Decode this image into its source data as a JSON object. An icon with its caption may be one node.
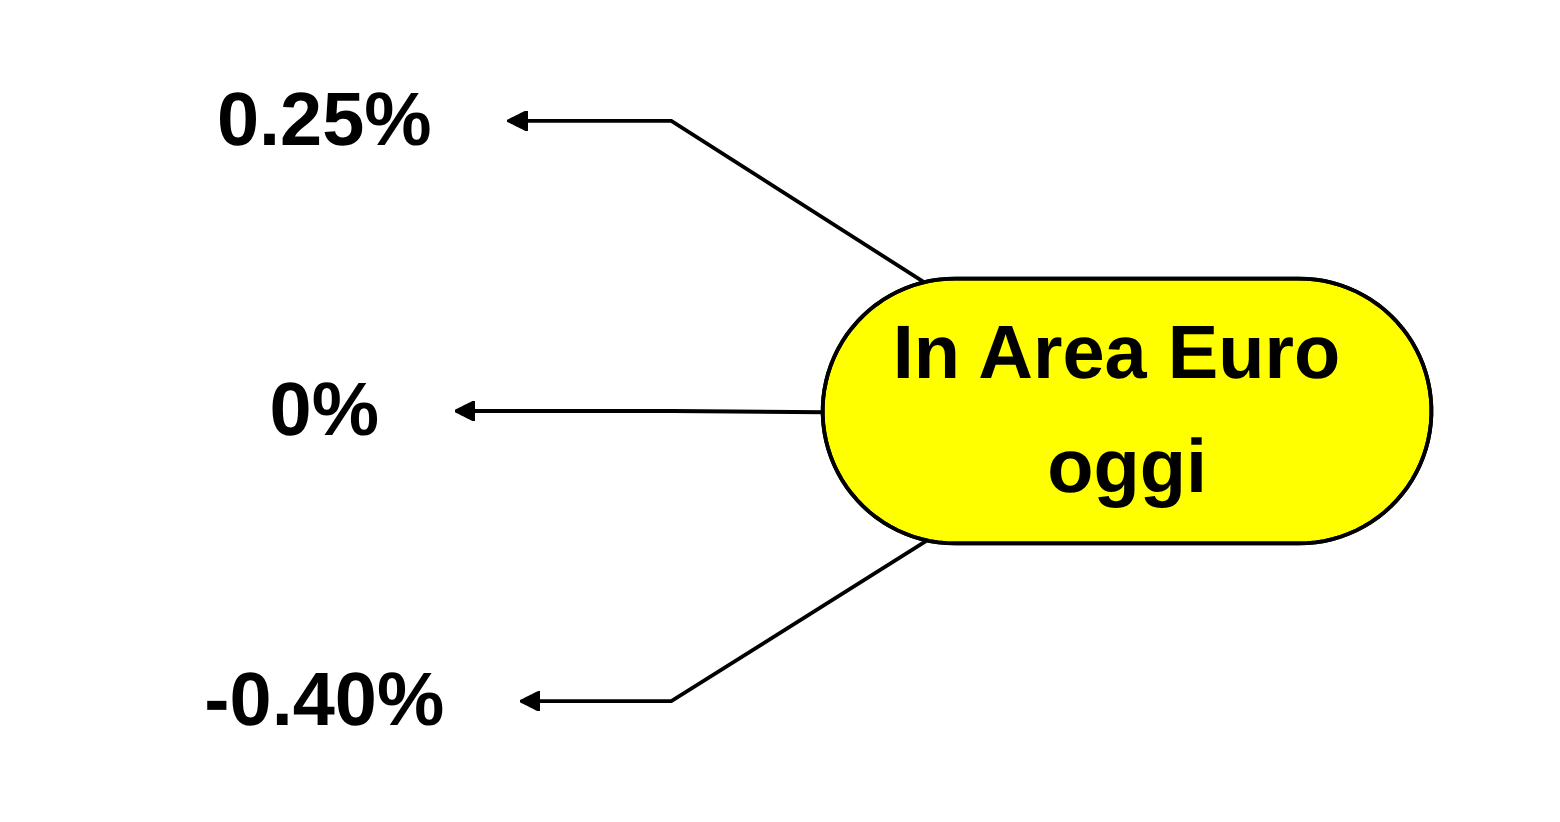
{
  "diagram": {
    "nodes": [
      {
        "text": [
          "0.25%"
        ]
      },
      {
        "text": [
          "0%"
        ]
      },
      {
        "text": [
          "In Area Euro oggi"
        ]
      },
      {
        "text": [
          "-0.40%"
        ]
      }
    ],
    "edges": [
      {
        "from": 2,
        "to": 0,
        "arrow": "to"
      },
      {
        "from": 2,
        "to": 1,
        "arrow": "to"
      },
      {
        "from": 2,
        "to": 3,
        "arrow": "to"
      }
    ]
  }
}
